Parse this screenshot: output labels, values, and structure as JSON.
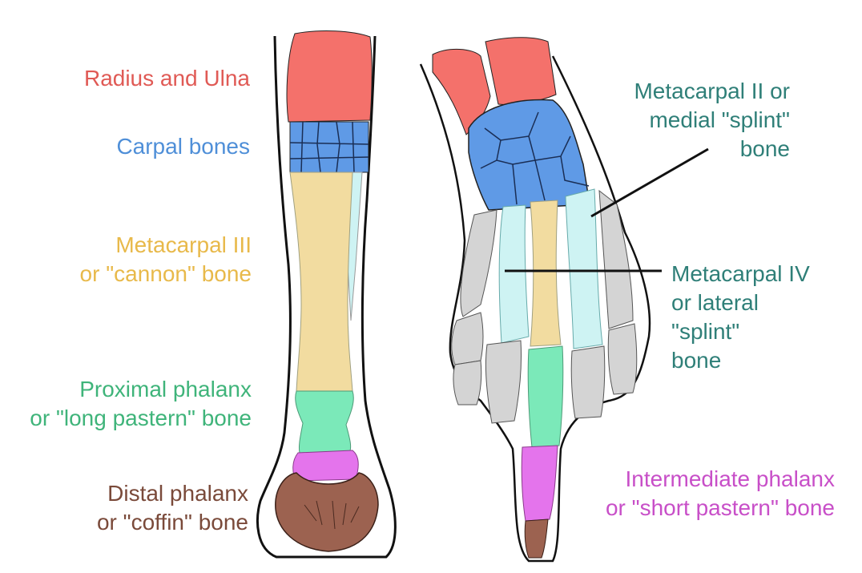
{
  "labels": {
    "radius_ulna": {
      "lines": [
        "Radius and Ulna"
      ],
      "color": "#e05a55"
    },
    "carpal": {
      "lines": [
        "Carpal bones"
      ],
      "color": "#4f8fd8"
    },
    "mc3": {
      "lines": [
        "Metacarpal III",
        "or \"cannon\" bone"
      ],
      "color": "#e8b94a"
    },
    "proximal": {
      "lines": [
        "Proximal phalanx",
        "or \"long pastern\" bone"
      ],
      "color": "#3fb47a"
    },
    "distal": {
      "lines": [
        "Distal phalanx",
        "or \"coffin\" bone"
      ],
      "color": "#7a4a3a"
    },
    "mc2": {
      "lines": [
        "Metacarpal II or",
        "medial \"splint\"",
        "bone"
      ],
      "color": "#2f7f78"
    },
    "mc4": {
      "lines": [
        "Metacarpal IV",
        "or lateral",
        "\"splint\"",
        "bone"
      ],
      "color": "#2f7f78"
    },
    "intermediate": {
      "lines": [
        "Intermediate phalanx",
        "or \"short pastern\" bone"
      ],
      "color": "#c84fc8"
    }
  },
  "bone_colors": {
    "radius": "#f4716b",
    "carpal": "#5f9ae6",
    "cannon": "#f2dca0",
    "splint": "#cef3f3",
    "proximal": "#7be9b9",
    "intermediate": "#e474ec",
    "distal": "#9c6250",
    "human_gray": "#d4d4d4",
    "outline": "#111111"
  }
}
